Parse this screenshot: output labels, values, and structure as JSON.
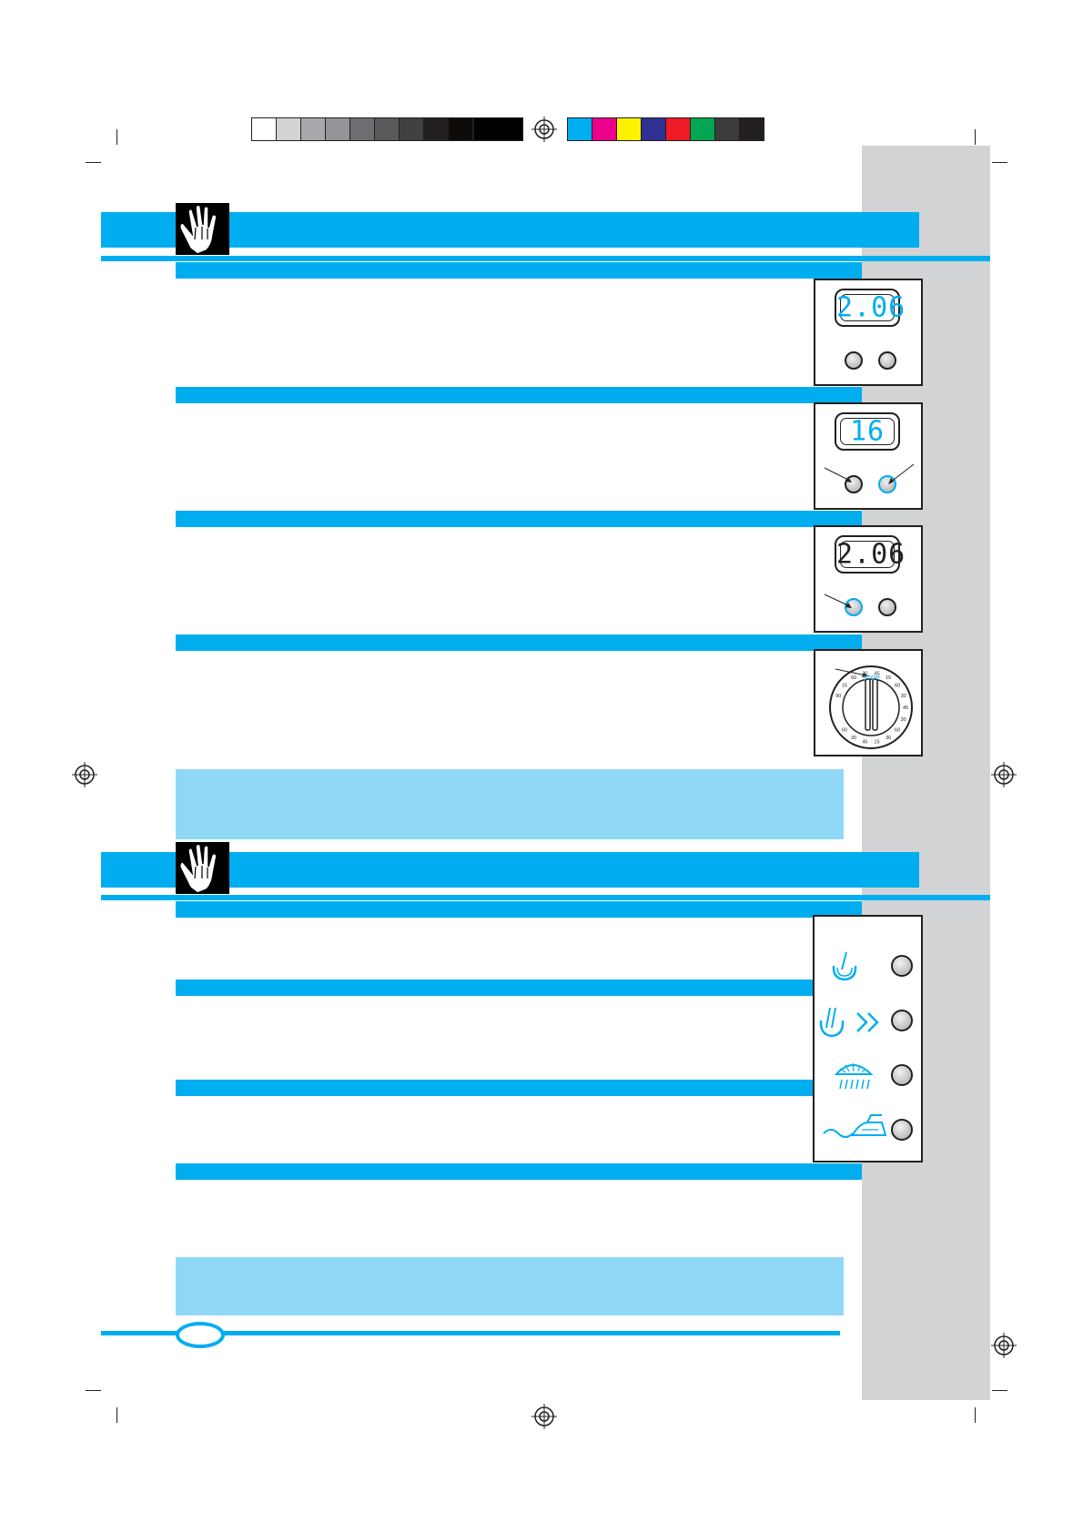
{
  "colors": {
    "accent": "#00aeef",
    "accent_pale": "#8fd9f6",
    "sidebar_gray": "#d1d3d4",
    "ink": "#231f20"
  },
  "color_bar": {
    "grays": [
      "#ffffff",
      "#d1d3d4",
      "#a7a9ac",
      "#939598",
      "#6d6e71",
      "#58595b",
      "#414042",
      "#231f20",
      "#0f0b08",
      "#000000"
    ],
    "process": [
      "#00aeef",
      "#ec008c",
      "#fff200",
      "#2e3192",
      "#ed1c24",
      "#00a651",
      "#3b3b3b",
      "#231f20"
    ]
  },
  "panels": {
    "display_1": "2.06",
    "display_2": "16",
    "display_3": "2.06",
    "dial_stop": "STOP",
    "dial_numbers": [
      "90",
      "15",
      "60",
      "30",
      "45",
      "15",
      "60",
      "30",
      "45",
      "30",
      "60",
      "30",
      "15",
      "45",
      "30",
      "60"
    ]
  },
  "icons": {
    "section_header": "hand-icon",
    "option_1": "steam-drop-icon",
    "option_2": "double-steam-fast-icon",
    "option_3": "shower-rinse-icon",
    "option_4": "iron-easy-ironing-icon",
    "registration": "registration-target-icon"
  }
}
